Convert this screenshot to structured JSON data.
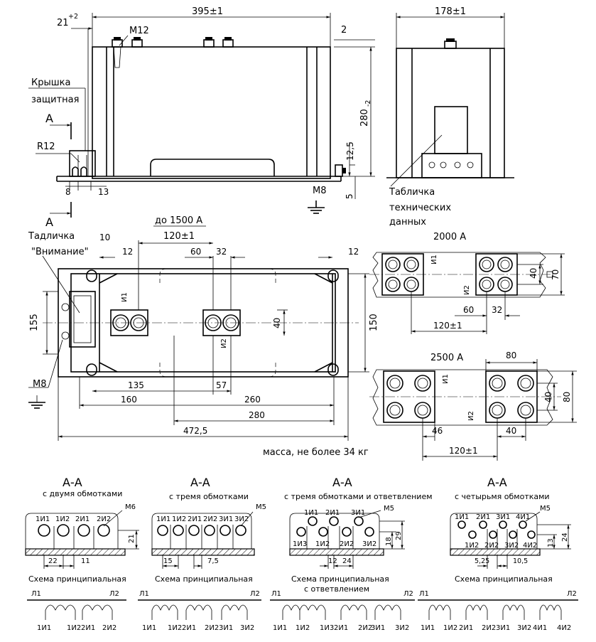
{
  "dims": {
    "d395": "395±1",
    "d178": "178±1",
    "d21": "21",
    "d21sup": "+2",
    "m12": "M12",
    "d2": "2",
    "d280": "280",
    "d280sub": "-2",
    "d12_5": "12,5",
    "d5": "5",
    "m8_front": "M8",
    "kryshka1": "Крышка",
    "kryshka2": "защитная",
    "r12": "R12",
    "sec_a": "А",
    "d8": "8",
    "d13": "13",
    "tablichka1": "Табличка",
    "tablichka2": "технических",
    "tablichka3": "данных",
    "do1500": "до 1500 А",
    "tadlichka": "Тадличка",
    "vnimanie": "\"Внимание\"",
    "d10": "10",
    "d120_1": "120±1",
    "d12a": "12",
    "d60": "60",
    "d32": "32",
    "d12b": "12",
    "d155": "155",
    "d150": "150",
    "d40": "40",
    "u1": "И1",
    "u2": "И2",
    "m8_top": "M8",
    "d135": "135",
    "d57": "57",
    "d160": "160",
    "d260": "260",
    "d280b": "280",
    "d472": "472,5",
    "massa": "масса, не более 34 кг",
    "a2000": "2000 А",
    "d40b": "40",
    "d70": "70",
    "d60b": "60",
    "d32b": "32",
    "d120b": "120±1",
    "a2500": "2500 А",
    "d80a": "80",
    "d40c": "40",
    "d80b": "80",
    "d46": "46",
    "d40d": "40",
    "d120c": "120±1"
  },
  "sections": [
    {
      "title": "А-А",
      "subtitle": "с двумя обмотками",
      "screw": "M6",
      "labels": [
        "1И1",
        "1И2",
        "2И1",
        "2И2"
      ],
      "dims": [
        "22",
        "11",
        "21"
      ],
      "schema": "Схема принципиальная",
      "schema2": "",
      "l1": "Л1",
      "l2": "Л2",
      "bottom": [
        "1И1",
        "1И2",
        "2И1",
        "2И2"
      ]
    },
    {
      "title": "А-А",
      "subtitle": "с тремя обмотками",
      "screw": "M5",
      "labels": [
        "1И1",
        "1И2",
        "2И1",
        "2И2",
        "3И1",
        "3И2"
      ],
      "dims": [
        "15",
        "7,5"
      ],
      "schema": "Схема принципиальная",
      "schema2": "",
      "l1": "Л1",
      "l2": "Л2",
      "bottom": [
        "1И1",
        "1И2",
        "2И1",
        "2И2",
        "3И1",
        "3И2"
      ]
    },
    {
      "title": "А-А",
      "subtitle": "с тремя обмотками и ответвлением",
      "screw": "M5",
      "labels": [
        "1И1",
        "2И1",
        "3И1",
        "1И3",
        "1И2",
        "2И2",
        "3И2"
      ],
      "dims": [
        "12",
        "24",
        "18",
        "29"
      ],
      "schema": "Схема принципиальная",
      "schema2": "с ответвлением",
      "l1": "Л1",
      "l2": "Л2",
      "bottom": [
        "1И1",
        "1И2",
        "1И3",
        "2И1",
        "2И2",
        "3И1",
        "3И2"
      ]
    },
    {
      "title": "А-А",
      "subtitle": "с четырьмя обмотками",
      "screw": "M5",
      "labels": [
        "1И1",
        "2И1",
        "3И1",
        "4И1",
        "1И2",
        "2И2",
        "3И2",
        "4И2"
      ],
      "dims": [
        "5,25",
        "10,5",
        "13",
        "24"
      ],
      "schema": "Схема принципиальная",
      "schema2": "",
      "l1": "Л1",
      "l2": "Л2",
      "bottom": [
        "1И1",
        "1И2",
        "2И1",
        "2И2",
        "3И1",
        "3И2",
        "4И1",
        "4И2"
      ]
    }
  ]
}
